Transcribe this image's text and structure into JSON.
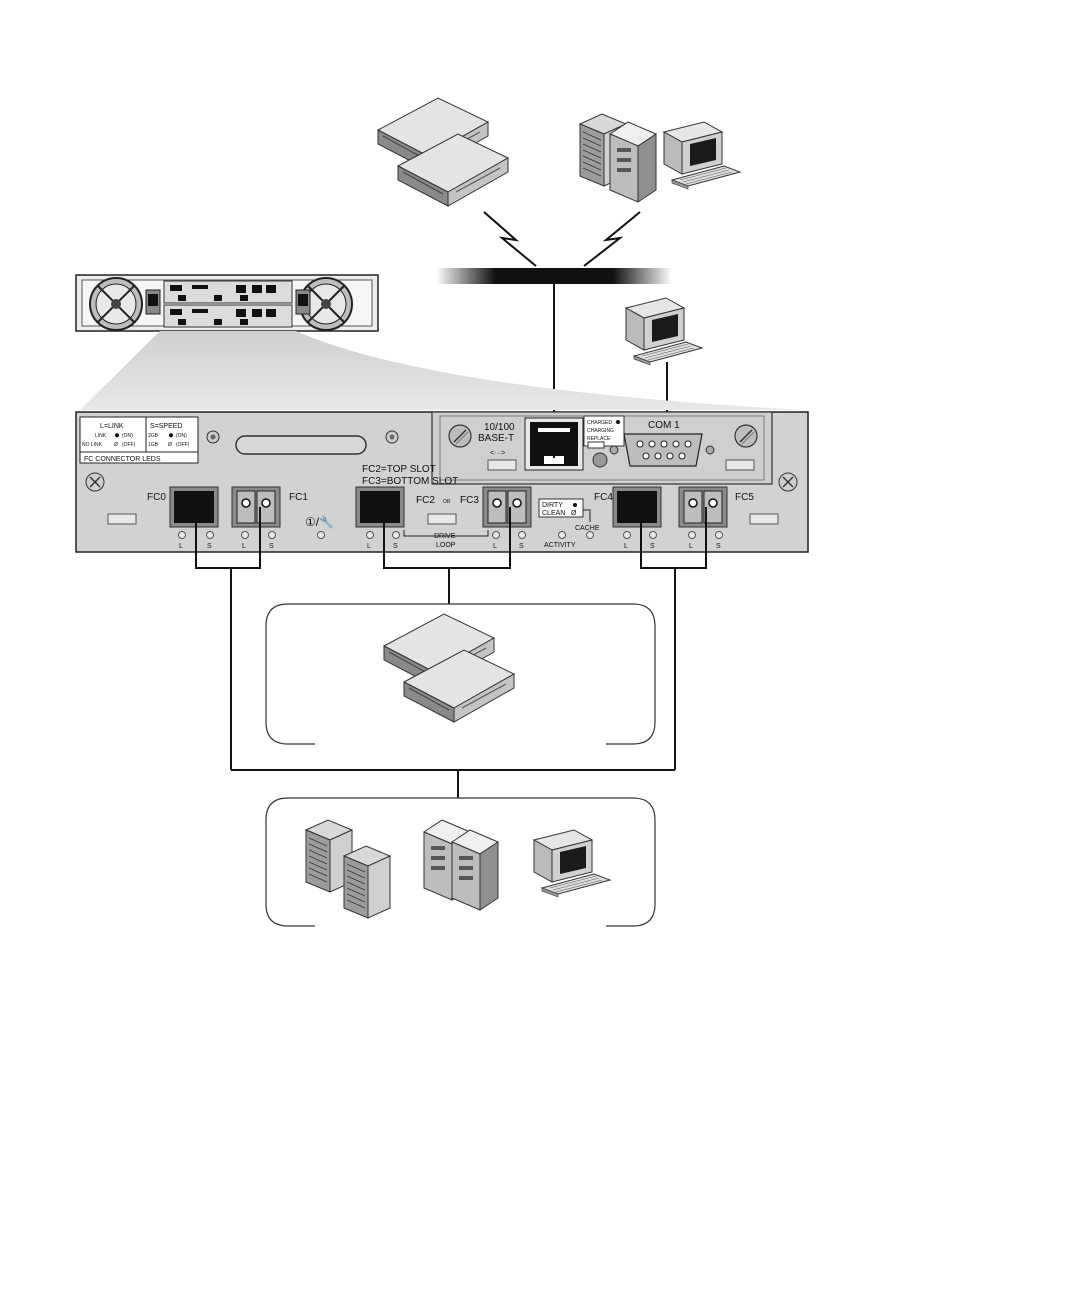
{
  "led_legend": {
    "link_title": "L=LINK",
    "link_on": "LINK",
    "link_off": "NO LINK",
    "on_state": "(ON)",
    "off_state": "(OFF)",
    "speed_title": "S=SPEED",
    "speed_2gb": "2GB",
    "speed_1gb": "1GB",
    "footer": "FC CONNECTOR LEDS"
  },
  "ports": {
    "fc0": "FC0",
    "fc1": "FC1",
    "fc2": "FC2",
    "or": "OR",
    "fc3": "FC3",
    "fc4": "FC4",
    "fc5": "FC5",
    "l": "L",
    "s": "S"
  },
  "slot_note": {
    "top": "FC2=TOP SLOT",
    "bottom": "FC3=BOTTOM SLOT"
  },
  "drive_loop": {
    "line1": "DRIVE",
    "line2": "LOOP"
  },
  "ethernet": {
    "speed": "10/100",
    "type": "BASE-T",
    "arrow": "<···>"
  },
  "battery": {
    "charged": "CHARGED",
    "charging": "CHARGING",
    "replace": "REPLACE"
  },
  "serial": {
    "label": "COM 1"
  },
  "cache": {
    "dirty": "DIRTY",
    "clean": "CLEAN",
    "cache": "CACHE",
    "activity": "ACTIVITY"
  },
  "colors": {
    "panel": "#d2d2d2",
    "panel_dark": "#9a9a9a",
    "port_black": "#1a1a1a",
    "cable": "#111111"
  }
}
